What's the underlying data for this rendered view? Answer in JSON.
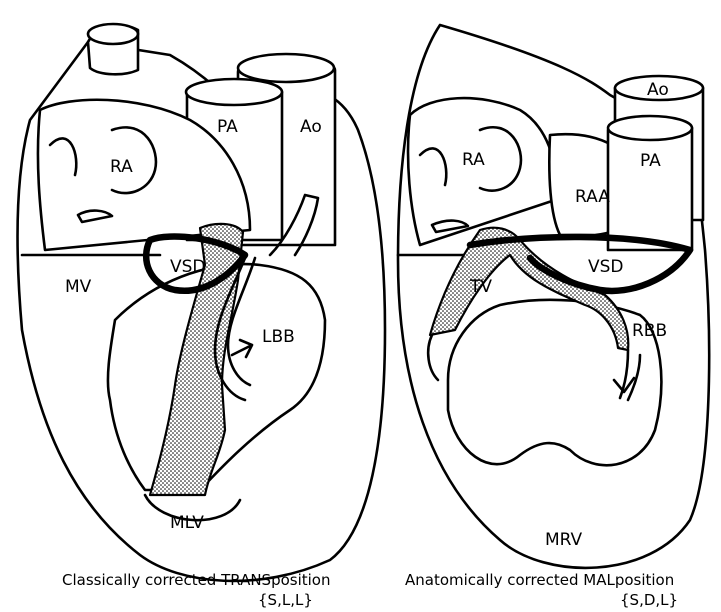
{
  "left_panel": {
    "labels": {
      "ra": "RA",
      "pa": "PA",
      "ao": "Ao",
      "mv": "MV",
      "vsd": "VSD",
      "lbb": "LBB",
      "mlv": "MLV"
    },
    "caption_line1": "Classically corrected TRANSposition",
    "caption_line2": "{S,L,L}"
  },
  "right_panel": {
    "labels": {
      "ra": "RA",
      "raa": "RAA",
      "pa": "PA",
      "ao": "Ao",
      "tv": "TV",
      "vsd": "VSD",
      "rbb": "RBB",
      "mrv": "MRV"
    },
    "caption_line1": "Anatomically corrected MALposition",
    "caption_line2": "{S,D,L}"
  }
}
